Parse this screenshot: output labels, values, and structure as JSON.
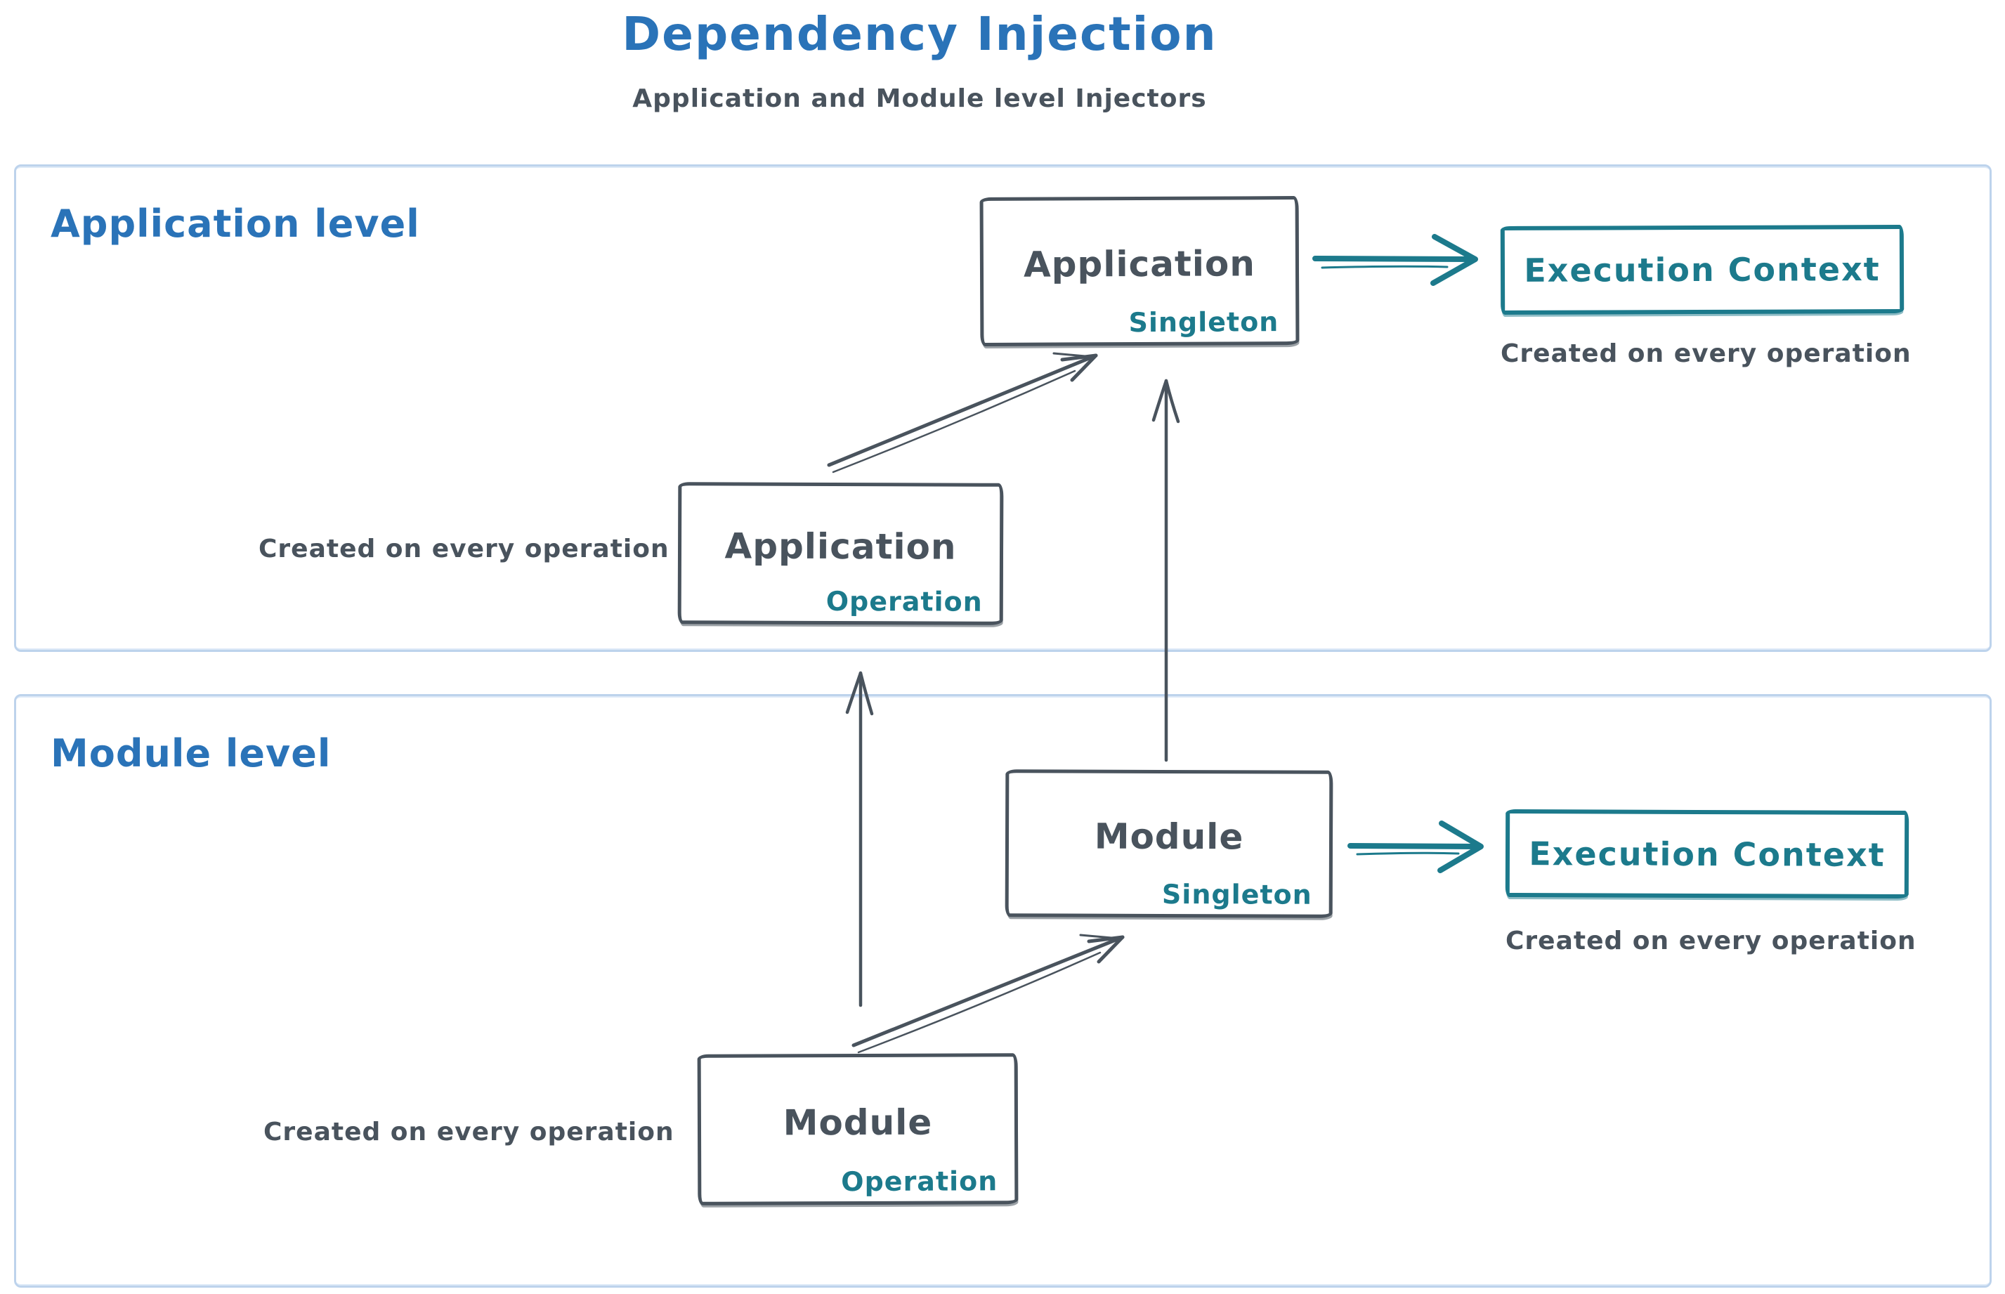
{
  "title": "Dependency Injection",
  "subtitle": "Application and Module level Injectors",
  "colors": {
    "blue": "#2a73b8",
    "dark": "#49535d",
    "teal": "#1c7a8c",
    "container": "#bdd3ec"
  },
  "application_level": {
    "label": "Application level",
    "singleton_box": {
      "name": "Application",
      "scope": "Singleton"
    },
    "operation_box": {
      "name": "Application",
      "scope": "Operation"
    },
    "execution_context": {
      "label": "Execution Context",
      "caption": "Created on every operation"
    },
    "operation_caption": "Created on every operation"
  },
  "module_level": {
    "label": "Module level",
    "singleton_box": {
      "name": "Module",
      "scope": "Singleton"
    },
    "operation_box": {
      "name": "Module",
      "scope": "Operation"
    },
    "execution_context": {
      "label": "Execution Context",
      "caption": "Created on every operation"
    },
    "operation_caption": "Created on every operation"
  }
}
